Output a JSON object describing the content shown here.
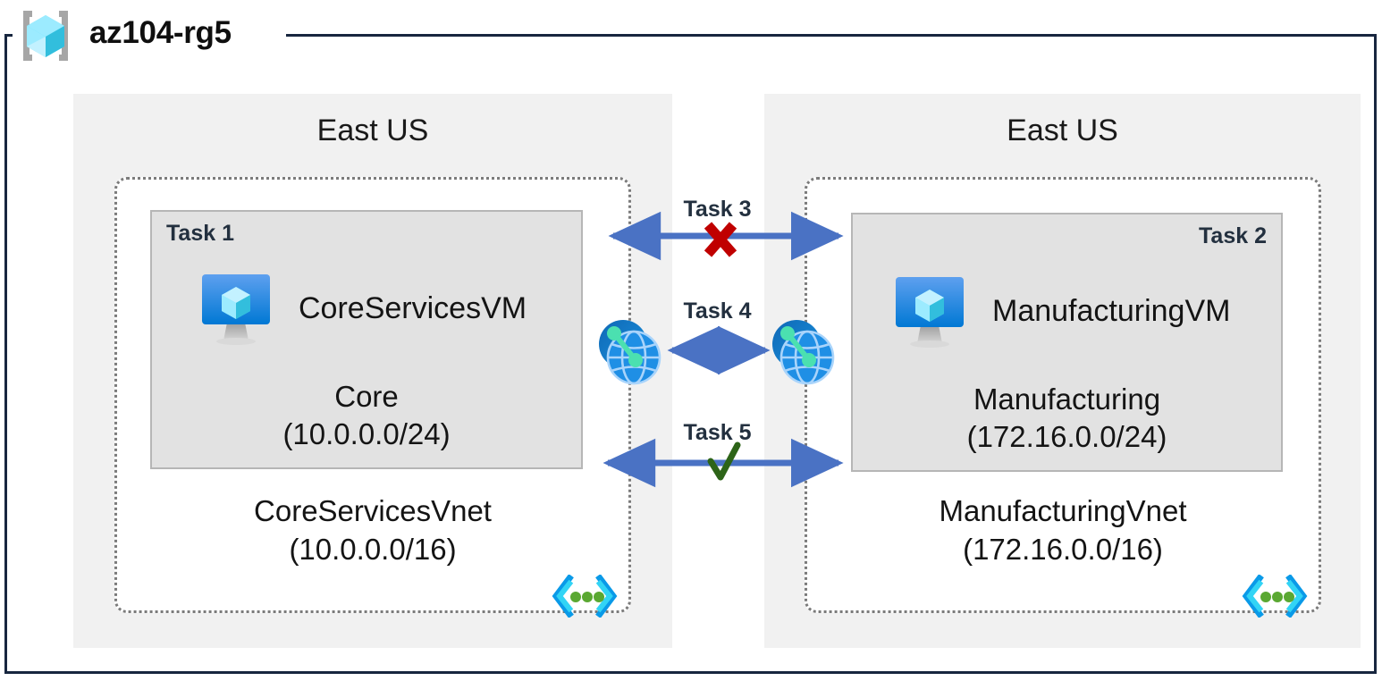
{
  "resource_group": {
    "name": "az104-rg5",
    "icon": "resource-group-cube-icon",
    "border_color": "#17263f"
  },
  "regions": [
    {
      "id": "left",
      "label": "East US"
    },
    {
      "id": "right",
      "label": "East US"
    }
  ],
  "vnets": [
    {
      "id": "coreservices",
      "name": "CoreServicesVnet",
      "cidr": "(10.0.0.0/16)",
      "icon": "vnet-icon",
      "subnet": {
        "task": "Task 1",
        "task_position": "top-left",
        "vm_name": "CoreServicesVM",
        "vm_icon": "virtual-machine-icon",
        "subnet_name": "Core",
        "subnet_cidr": "(10.0.0.0/24)"
      }
    },
    {
      "id": "manufacturing",
      "name": "ManufacturingVnet",
      "cidr": "(172.16.0.0/16)",
      "icon": "vnet-icon",
      "subnet": {
        "task": "Task 2",
        "task_position": "top-right",
        "vm_name": "ManufacturingVM",
        "vm_icon": "virtual-machine-icon",
        "subnet_name": "Manufacturing",
        "subnet_cidr": "(172.16.0.0/24)"
      }
    }
  ],
  "connections": [
    {
      "id": "task3",
      "label": "Task 3",
      "marker": "x",
      "marker_color": "#c00000",
      "arrow_color": "#4a72c4"
    },
    {
      "id": "task4",
      "label": "Task 4",
      "marker": "none",
      "marker_color": "",
      "arrow_color": "#4a72c4"
    },
    {
      "id": "task5",
      "label": "Task 5",
      "marker": "check",
      "marker_color": "#2d6418",
      "arrow_color": "#4a72c4"
    }
  ],
  "peering_icons": [
    {
      "id": "peering-left",
      "name": "vnet-peering-icon"
    },
    {
      "id": "peering-right",
      "name": "vnet-peering-icon"
    }
  ],
  "colors": {
    "region_bg": "#f1f1f1",
    "subnet_bg": "#e2e2e2",
    "vnet_border": "#7b7b7b",
    "arrow_blue": "#4a72c4",
    "azure_blue": "#0078d4",
    "cube_cyan": "#32d4f5",
    "green_dot": "#5aa832"
  }
}
